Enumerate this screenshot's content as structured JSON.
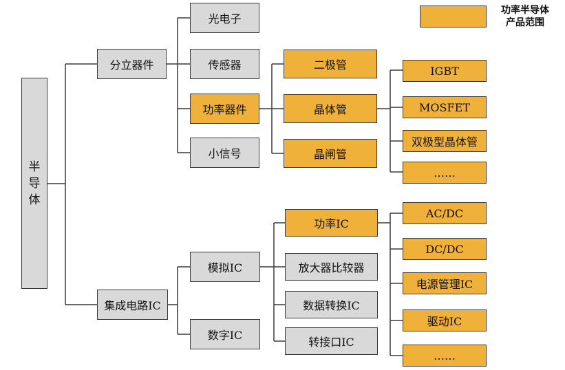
{
  "legend": {
    "line1": "功率半导体",
    "line2": "产品范围",
    "color": "#efb13a"
  },
  "colors": {
    "gray_box": "#d9d9d9",
    "highlight_box": "#efb13a",
    "line": "#3a3a3a"
  },
  "root": {
    "chars": [
      "半",
      "导",
      "体"
    ]
  },
  "level1": {
    "discrete": "分立器件",
    "ic": "集成电路IC"
  },
  "discrete_children": {
    "optoelectronics": "光电子",
    "sensor": "传感器",
    "power_device": "功率器件",
    "small_signal": "小信号"
  },
  "ic_children": {
    "analog": "模拟IC",
    "digital": "数字IC"
  },
  "power_device_children": {
    "diode": "二极管",
    "transistor": "晶体管",
    "thyristor": "晶闸管"
  },
  "transistor_children": {
    "igbt": "IGBT",
    "mosfet": "MOSFET",
    "bjt": "双极型晶体管",
    "more": "……"
  },
  "analog_children": {
    "power_ic": "功率IC",
    "amplifier": "放大器比较器",
    "data_converter": "数据转换IC",
    "interface": "转接口IC"
  },
  "power_ic_children": {
    "acdc": "AC/DC",
    "dcdc": "DC/DC",
    "pmic": "电源管理IC",
    "driver": "驱动IC",
    "more": "……"
  }
}
